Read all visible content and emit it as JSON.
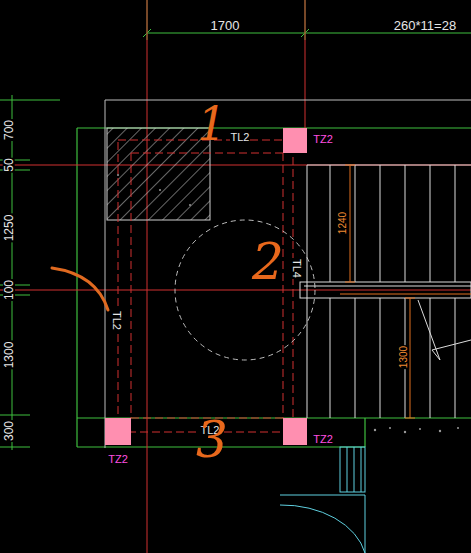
{
  "diagram": {
    "labels": [
      "1700",
      "260*11=28",
      "700",
      "50",
      "1250",
      "100",
      "1300",
      "300",
      "TL2",
      "TZ2",
      "1240",
      "TL4",
      "TL2",
      "1300",
      "TL2",
      "TZ2",
      "TZ2",
      "1",
      "2",
      "3"
    ]
  }
}
